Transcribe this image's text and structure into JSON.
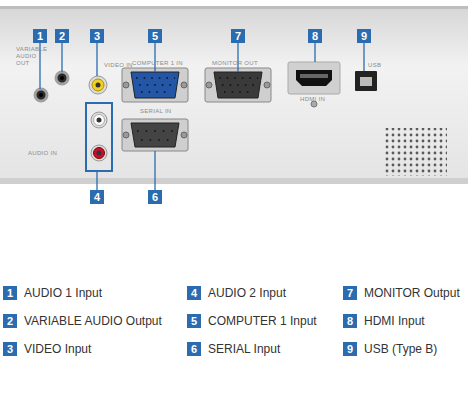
{
  "diagram": {
    "nodes": [
      {
        "text": [
          "1"
        ]
      },
      {
        "text": [
          "2"
        ]
      },
      {
        "text": [
          "3"
        ]
      },
      {
        "text": [
          "5"
        ]
      },
      {
        "text": [
          "7"
        ]
      },
      {
        "text": [
          "8"
        ]
      },
      {
        "text": [
          "9"
        ]
      },
      {
        "text": [
          "4"
        ]
      },
      {
        "text": [
          "6"
        ]
      },
      {
        "text": [
          "1",
          "AUDIO 1 Input"
        ]
      },
      {
        "text": [
          "4",
          "AUDIO 2 Input"
        ]
      },
      {
        "text": [
          "7",
          "MONITOR Output"
        ]
      },
      {
        "text": [
          "2",
          "VARIABLE AUDIO Output"
        ]
      },
      {
        "text": [
          "5",
          "COMPUTER 1 Input"
        ]
      },
      {
        "text": [
          "8",
          "HDMI Input"
        ]
      },
      {
        "text": [
          "3",
          "VIDEO Input"
        ]
      },
      {
        "text": [
          "6",
          "SERIAL Input"
        ]
      },
      {
        "text": [
          "9",
          "USB (Type B)"
        ]
      }
    ],
    "labels": [
      "VARIABLE AUDIO OUT",
      "VIDEO IN",
      "COMPUTER 1 IN",
      "MONITOR OUT",
      "SERIAL IN",
      "AUDIO IN",
      "HDMI IN",
      "USB"
    ]
  }
}
